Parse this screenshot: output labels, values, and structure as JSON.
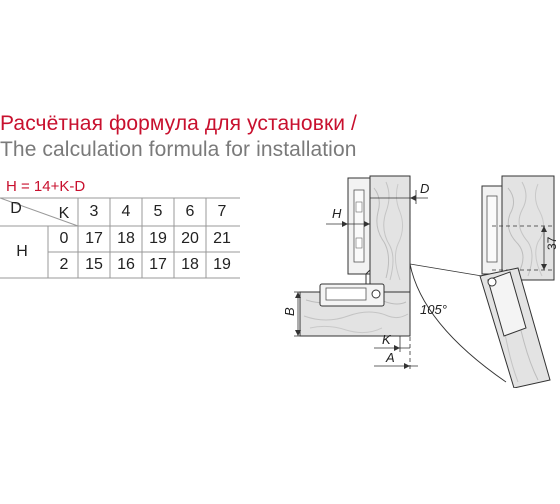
{
  "title_ru": "Расчётная формула для установки /",
  "title_en": "The calculation formula for installation",
  "formula": "H = 14+K-D",
  "table": {
    "corner_d": "D",
    "corner_k": "K",
    "row_label": "H",
    "d_values": [
      "3",
      "4",
      "5",
      "6",
      "7"
    ],
    "rows": [
      {
        "k": "0",
        "h": [
          "17",
          "18",
          "19",
          "20",
          "21"
        ]
      },
      {
        "k": "2",
        "h": [
          "15",
          "16",
          "17",
          "18",
          "19"
        ]
      }
    ]
  },
  "diagram": {
    "label_d": "D",
    "label_h": "H",
    "label_b": "B",
    "label_k": "K",
    "label_a": "A",
    "label_37": "37",
    "label_angle": "105°"
  },
  "colors": {
    "accent_red": "#c8102e",
    "gray_text": "#7a7a7a",
    "wood": "#e6e6e6",
    "line": "#333333"
  }
}
